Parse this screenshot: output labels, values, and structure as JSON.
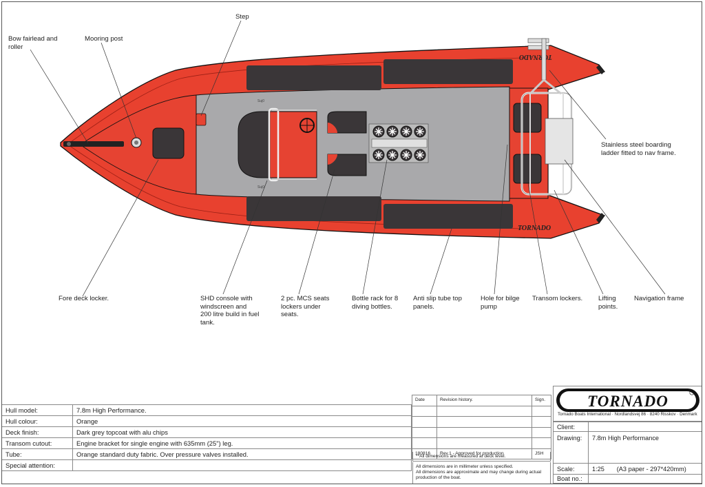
{
  "callouts": {
    "bow_fairlead": "Bow fairlead and\nroller",
    "mooring_post": "Mooring post",
    "step": "Step",
    "fore_deck_locker": "Fore deck locker.",
    "console": "SHD console with\nwindscreen and\n200 litre build in fuel\ntank.",
    "seats": "2 pc. MCS seats\nlockers under\nseats.",
    "bottle_rack": "Bottle rack for 8\ndiving bottles.",
    "anti_slip": "Anti slip tube top\npanels.",
    "bilge_hole": "Hole for bilge\npump",
    "transom_lockers": "Transom lockers.",
    "lifting_points": "Lifting\npoints.",
    "nav_frame": "Navigation frame",
    "ladder": "Stainless steel boarding\nladder fitted to nav frame."
  },
  "hull_marking": "TORNADO",
  "spec": [
    {
      "key": "Hull model:",
      "value": "7.8m High Performance."
    },
    {
      "key": "Hull colour:",
      "value": "Orange"
    },
    {
      "key": "Deck finish:",
      "value": "Dark grey topcoat with alu chips"
    },
    {
      "key": "Transom cutout:",
      "value": "Engine bracket for single engine with 635mm (25\") leg."
    },
    {
      "key": "Tube:",
      "value": "Orange standard duty fabric. Over pressure valves installed."
    },
    {
      "key": "Special attention:",
      "value": ""
    }
  ],
  "revision": {
    "header": {
      "date": "Date",
      "history": "Revision history.",
      "sign": "Sign."
    },
    "rows": [
      {
        "date": "",
        "text": "",
        "sign": ""
      },
      {
        "date": "",
        "text": "",
        "sign": ""
      },
      {
        "date": "",
        "text": "",
        "sign": ""
      },
      {
        "date": "",
        "text": "",
        "sign": ""
      },
      {
        "date": "180816",
        "text": "Rev.1 - Approved for production",
        "sign": "JSH"
      }
    ],
    "note1": "**All dimensions are measured at deck level.",
    "note2": "All dimensions are in millimeter unless specified.\nAll dimensions are approximate and may change during actual\nproduction of the boat."
  },
  "title_block": {
    "logo": "TORNADO",
    "company": "Tornado Boats International · Nordlandsvej 86 · 8240 Risskov · Denmark",
    "rows": [
      {
        "key": "Client:",
        "value": ""
      },
      {
        "key": "Drawing:",
        "value": "7.8m High Performance"
      },
      {
        "key": "Scale:",
        "value": "1:25       (A3 paper - 297*420mm)"
      },
      {
        "key": "Boat no.:",
        "value": ""
      }
    ]
  },
  "colors": {
    "tube": "#e8412f",
    "tube_dark": "#c12a1e",
    "deck": "#a9a9ab",
    "dark_panel": "#3a3638",
    "outline": "#111111"
  }
}
